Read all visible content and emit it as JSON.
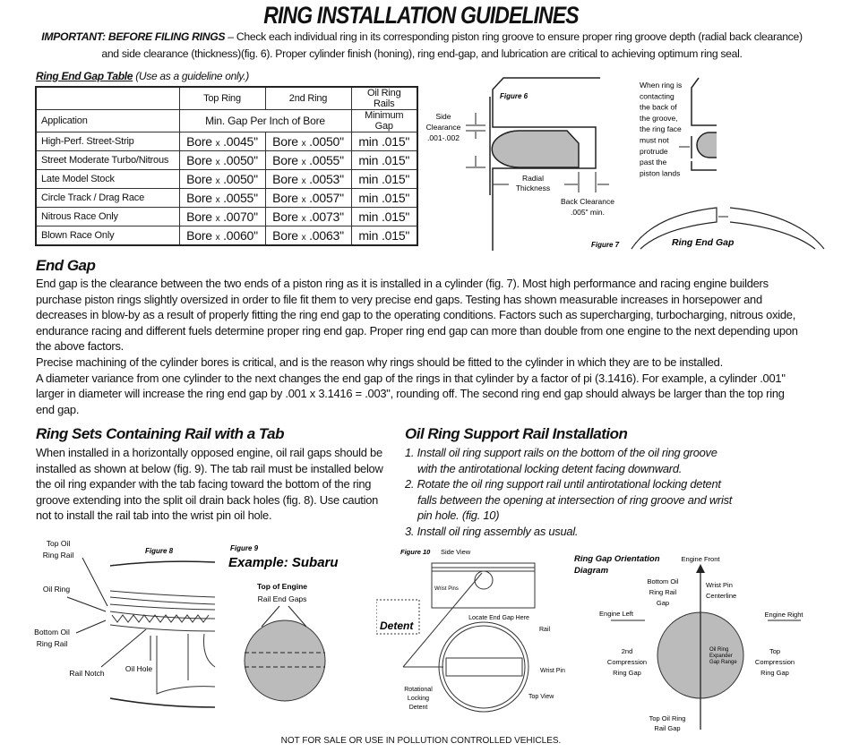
{
  "title": "RING INSTALLATION GUIDELINES",
  "intro": {
    "lead": "IMPORTANT: BEFORE FILING RINGS",
    "text": " – Check each individual ring in its corresponding piston ring groove to ensure proper ring groove depth (radial back clearance) and side clearance (thickness)(fig. 6). Proper cylinder finish (honing), ring end-gap, and lubrication are critical to achieving optimum ring seal."
  },
  "table": {
    "caption": "Ring End Gap Table",
    "caption_note": " (Use as a guideline only.)",
    "headers": [
      "Top Ring",
      "2nd Ring",
      "Oil Ring Rails"
    ],
    "subheaders": [
      "Application",
      "Min. Gap Per Inch of Bore",
      "Minimum Gap"
    ],
    "rows": [
      {
        "app": "High-Perf. Street-Strip",
        "top": ".0045\"",
        "second": ".0050\"",
        "oil": "min .015\""
      },
      {
        "app": "Street Moderate Turbo/Nitrous",
        "top": ".0050\"",
        "second": ".0055\"",
        "oil": "min .015\""
      },
      {
        "app": "Late Model Stock",
        "top": ".0050\"",
        "second": ".0053\"",
        "oil": "min .015\""
      },
      {
        "app": "Circle Track / Drag Race",
        "top": ".0055\"",
        "second": ".0057\"",
        "oil": "min .015\""
      },
      {
        "app": "Nitrous Race Only",
        "top": ".0070\"",
        "second": ".0073\"",
        "oil": "min .015\""
      },
      {
        "app": "Blown Race Only",
        "top": ".0060\"",
        "second": ".0063\"",
        "oil": "min .015\""
      }
    ],
    "bore": "Bore",
    "x": "x"
  },
  "fig6": {
    "label": "Figure 6",
    "side1": "Side",
    "side2": "Clearance",
    "side3": ".001-.002",
    "radial1": "Radial",
    "radial2": "Thickness",
    "back1": "Back Clearance",
    "back2": ".005\" min.",
    "note": [
      "When ring is",
      "contacting",
      "the back of",
      "the groove,",
      "the ring face",
      "must not",
      "protrude",
      "past the",
      "piston lands"
    ]
  },
  "fig7": {
    "label": "Figure 7",
    "caption": "Ring End Gap"
  },
  "endgap": {
    "heading": "End Gap",
    "p1": "End gap is the clearance between the two ends of a piston ring as it is installed in a cylinder (fig. 7). Most high performance and racing engine builders purchase piston rings slightly oversized in order to file fit them to very precise end gaps. Testing has shown measurable increases in horsepower and decreases in blow-by as a result of properly fitting the ring end gap to the operating conditions. Factors such as supercharging, turbocharging, nitrous oxide, endurance racing and different fuels determine proper ring end gap. Proper ring end gap can more than double from one engine to the next depending upon the above factors.",
    "p2": "Precise machining of the cylinder bores is critical, and is the reason why rings should be fitted to the cylinder in which they are to be installed.",
    "p3": "A diameter variance from one cylinder to the next changes the end gap of the rings in that cylinder by a factor of pi (3.1416). For example, a cylinder .001\" larger in diameter will increase the ring end gap by .001 x 3.1416 = .003\", rounding off. The second ring end gap should always be larger than the top ring end gap."
  },
  "tab": {
    "heading": "Ring Sets Containing Rail with a Tab",
    "text": "When installed in a horizontally opposed engine, oil rail gaps should be installed as shown at below (fig. 9). The tab rail must be installed below the oil ring expander with the tab facing toward the bottom of the ring groove extending into the split oil drain back holes (fig. 8). Use caution not to install the rail tab into the wrist pin oil hole."
  },
  "support": {
    "heading": "Oil Ring Support Rail Installation",
    "steps": [
      "1. Install oil ring support rails on the bottom of the oil ring groove with the antirotational locking detent facing downward.",
      "2. Rotate the oil ring support rail until antirotational locking detent falls between the opening at intersection of ring groove and wrist pin hole. (fig. 10)",
      "3. Install oil ring assembly as usual."
    ]
  },
  "fig8": {
    "label": "Figure 8",
    "top1": "Top Oil",
    "top2": "Ring Rail",
    "oil": "Oil Ring",
    "bot1": "Bottom Oil",
    "bot2": "Ring Rail",
    "notch": "Rail Notch",
    "hole": "Oil Hole"
  },
  "fig9": {
    "label": "Figure 9",
    "title": "Example: Subaru",
    "top": "Top of Engine",
    "gaps": "Rail End Gaps"
  },
  "fig10": {
    "label": "Figure 10",
    "side": "Side View",
    "wrist_pins": "Wrist Pins",
    "detent": "Detent",
    "locate": "Locate End Gap Here",
    "rail": "Rail",
    "wrist_pin": "Wrist Pin",
    "top_view": "Top View",
    "rot1": "Rotational",
    "rot2": "Locking",
    "rot3": "Detent"
  },
  "orient": {
    "title1": "Ring Gap Orientation",
    "title2": "Diagram",
    "front": "Engine Front",
    "left": "Engine Left",
    "right": "Engine Right",
    "wp1": "Wrist Pin",
    "wp2": "Centerline",
    "bo1": "Bottom Oil",
    "bo2": "Ring Rail",
    "bo3": "Gap",
    "sc1": "2nd",
    "sc2": "Compression",
    "sc3": "Ring Gap",
    "tc1": "Top",
    "tc2": "Compression",
    "tc3": "Ring Gap",
    "ex1": "Oil Ring",
    "ex2": "Expander",
    "ex3": "Gap Range",
    "to1": "Top Oil Ring",
    "to2": "Rail Gap"
  },
  "footer": "NOT FOR SALE OR USE IN POLLUTION CONTROLLED VEHICLES."
}
